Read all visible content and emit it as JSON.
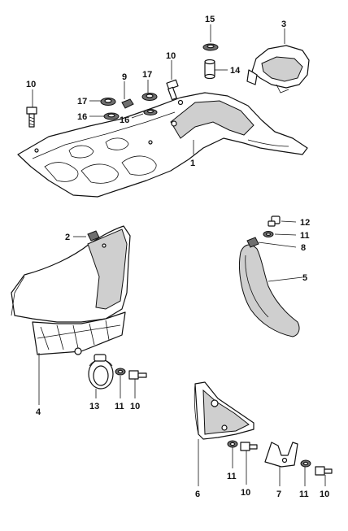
{
  "labels": {
    "l15": "15",
    "l3": "3",
    "l10a": "10",
    "l14": "14",
    "l10b": "10",
    "l9": "9",
    "l17a": "17",
    "l17b": "17",
    "l16a": "16",
    "l16b": "16",
    "l1": "1",
    "l2": "2",
    "l12": "12",
    "l11a": "11",
    "l8": "8",
    "l5": "5",
    "l4": "4",
    "l13": "13",
    "l11b": "11",
    "l10c": "10",
    "l6": "6",
    "l11c": "11",
    "l10d": "10",
    "l7": "7",
    "l11d": "11",
    "l10e": "10"
  },
  "colors": {
    "line": "#111111",
    "shade": "#cfcfcf",
    "dark": "#6f6f6f",
    "paper": "#ffffff"
  }
}
